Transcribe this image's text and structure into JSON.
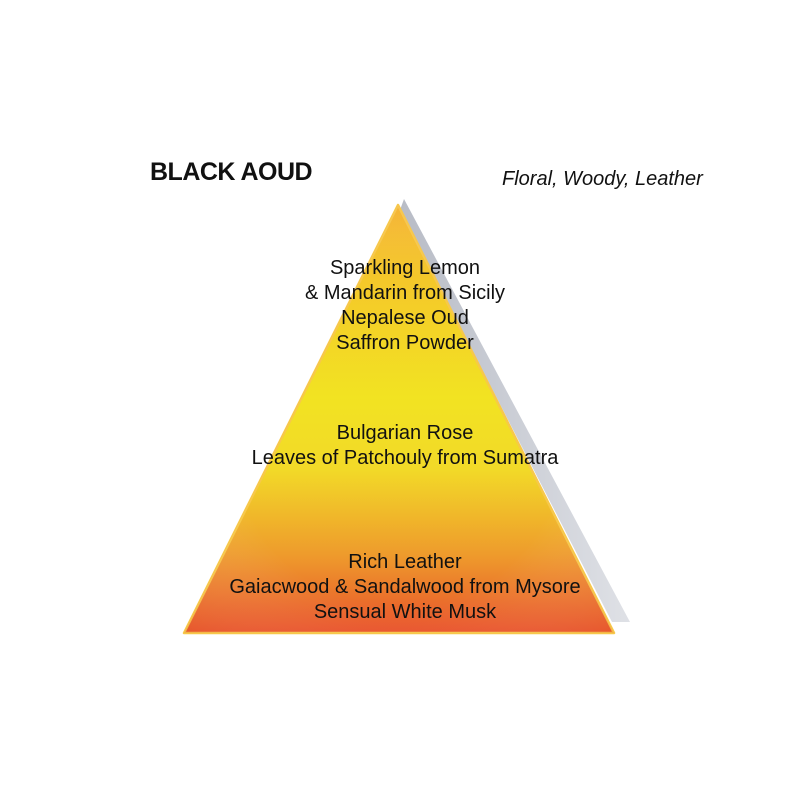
{
  "header": {
    "title": "BLACK AOUD",
    "accords": "Floral, Woody, Leather"
  },
  "pyramid": {
    "colors": {
      "apex": "#f5b52a",
      "middle": "#f2e322",
      "base": "#e8502a",
      "edge": "#f7c84a",
      "shadow": "#c9ccd4"
    },
    "tiers": [
      {
        "name": "top-notes",
        "lines": [
          "Sparkling Lemon",
          "& Mandarin from Sicily",
          "Nepalese Oud",
          "Saffron Powder"
        ]
      },
      {
        "name": "heart-notes",
        "lines": [
          "Bulgarian Rose",
          "Leaves of Patchouly from Sumatra"
        ]
      },
      {
        "name": "base-notes",
        "lines": [
          "Rich Leather",
          "Gaiacwood & Sandalwood from Mysore",
          "Sensual White Musk"
        ]
      }
    ]
  }
}
